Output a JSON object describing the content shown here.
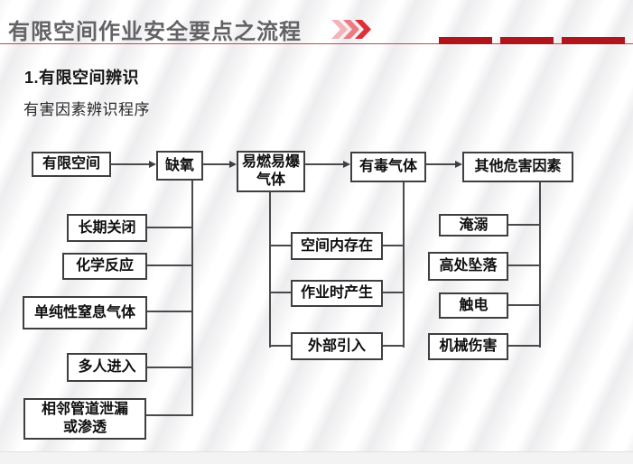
{
  "slide": {
    "title": "有限空间作业安全要点之流程",
    "section_heading": "1.有限空间辨识",
    "subtitle": "有害因素辨识程序"
  },
  "flowchart": {
    "nodes": {
      "space": "有限空间",
      "oxygen": "缺氧",
      "flammable": "易燃易爆\n气体",
      "toxic": "有毒气体",
      "other": "其他危害因素",
      "long_closed": "长期关闭",
      "chemical": "化学反应",
      "asphyxiant": "单纯性窒息气体",
      "multi_entry": "多人进入",
      "pipeline": "相邻管道泄漏\n或渗透",
      "inside_exist": "空间内存在",
      "work_produce": "作业时产生",
      "external": "外部引入",
      "drowning": "淹溺",
      "fall": "高处坠落",
      "electric": "触电",
      "mechanical": "机械伤害"
    },
    "main_chain": [
      "有限空间",
      "缺氧",
      "易燃易爆气体",
      "有毒气体",
      "其他危害因素"
    ],
    "branches": {
      "oxygen_causes": [
        "长期关闭",
        "化学反应",
        "单纯性窒息气体",
        "多人进入",
        "相邻管道泄漏或渗透"
      ],
      "gas_sources": [
        "空间内存在",
        "作业时产生",
        "外部引入"
      ],
      "other_hazards": [
        "淹溺",
        "高处坠落",
        "触电",
        "机械伤害"
      ]
    }
  },
  "colors": {
    "accent_red": "#b0151b",
    "underline_red": "#bf4a50",
    "title_gray": "#636367",
    "box_border": "#3f3f41"
  }
}
